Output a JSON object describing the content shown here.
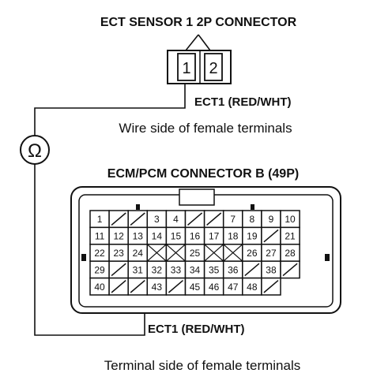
{
  "sensor": {
    "title": "ECT SENSOR 1 2P CONNECTOR",
    "pins": [
      "1",
      "2"
    ],
    "wire_label": "ECT1 (RED/WHT)",
    "view_caption": "Wire side of female terminals"
  },
  "meter": {
    "symbol": "Ω"
  },
  "ecm": {
    "title": "ECM/PCM CONNECTOR B (49P)",
    "wire_label": "ECT1 (RED/WHT)",
    "view_caption": "Terminal side of female terminals",
    "rows": [
      [
        "1",
        "/",
        "/",
        "3",
        "4",
        "/",
        "/",
        "7",
        "8",
        "9",
        "10"
      ],
      [
        "11",
        "12",
        "13",
        "14",
        "15",
        "16",
        "17",
        "18",
        "19",
        "/",
        "21"
      ],
      [
        "22",
        "23",
        "24",
        "x",
        "x",
        "25",
        "x",
        "x",
        "26",
        "27",
        "28"
      ],
      [
        "29",
        "/",
        "31",
        "32",
        "33",
        "34",
        "35",
        "36",
        "/",
        "38",
        "/"
      ],
      [
        "40",
        "/",
        "/",
        "43",
        "/",
        "45",
        "46",
        "47",
        "48",
        "/"
      ]
    ]
  }
}
